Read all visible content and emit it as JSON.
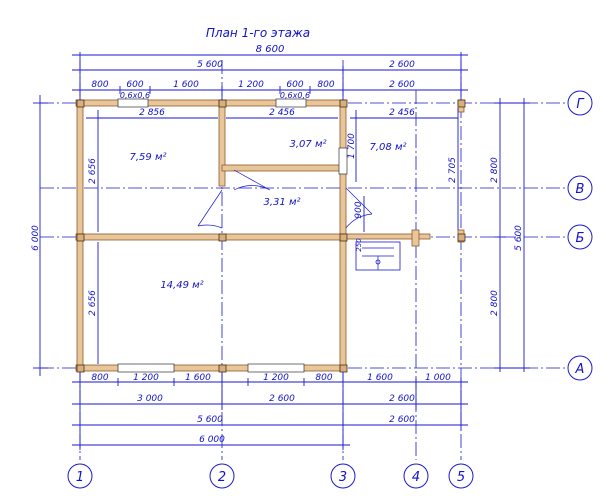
{
  "title": "План 1-го этажа",
  "dims_top": {
    "overall": "8 600",
    "row2": [
      "5 600",
      "2 600"
    ],
    "row3": [
      "800",
      "600",
      "1 600",
      "1 200",
      "600",
      "800",
      "2 600"
    ],
    "windows": [
      "0,6x0,6",
      "0,6x0,6"
    ],
    "room_widths": [
      "2 856",
      "2 456",
      "2 456"
    ]
  },
  "dims_bottom": {
    "row1": [
      "800",
      "1 200",
      "1 600",
      "1 200",
      "800",
      "1 600",
      "1 000"
    ],
    "row2": [
      "3 000",
      "2 600",
      "2 600"
    ],
    "row3": [
      "5 600",
      "2 600"
    ],
    "row4": [
      "6 000"
    ]
  },
  "dims_left": {
    "overall": "6 000",
    "upper": "2 656",
    "lower": "2 656"
  },
  "dims_right": {
    "inner_1700": "1 700",
    "inner_900": "900",
    "inner_2705": "2 705",
    "r2800a": "2 800",
    "r2800b": "2 800",
    "overall": "5 600",
    "stair_250": "250"
  },
  "rooms": [
    "7,59 м²",
    "3,07 м²",
    "7,08 м²",
    "3,31 м²",
    "14,49 м²"
  ],
  "axes_vertical": [
    "1",
    "2",
    "3",
    "4",
    "5"
  ],
  "axes_horizontal": [
    "Г",
    "В",
    "Б",
    "А"
  ],
  "colors": {
    "ink": "#1a1ad0",
    "timber": "#e9c69a",
    "timber_edge": "#8a5a2a"
  }
}
